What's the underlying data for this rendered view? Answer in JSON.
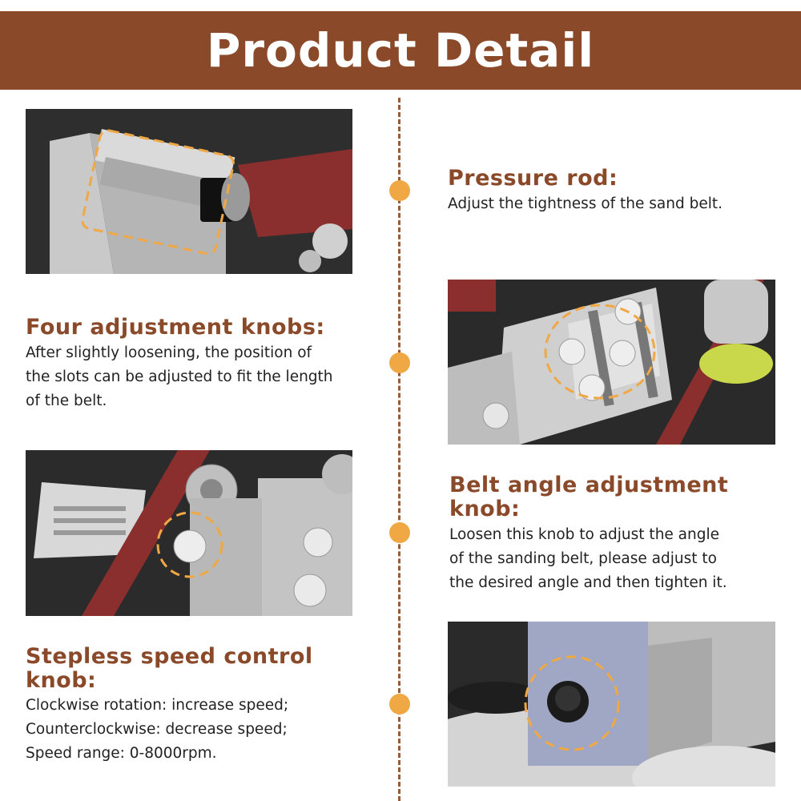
{
  "header": {
    "title": "Product Detail"
  },
  "colors": {
    "banner": "#8a4a2a",
    "accent": "#f0a844",
    "heading": "#8a4a2a",
    "photo_bg": "#2c2c2c"
  },
  "sections": [
    {
      "heading": "Pressure rod:",
      "lines": [
        "Adjust the tightness of the sand belt."
      ],
      "photo": "pressure-rod-photo"
    },
    {
      "heading": "Four adjustment knobs:",
      "lines": [
        "After slightly loosening, the position of",
        "the slots can be adjusted to fit the length",
        "of the belt."
      ],
      "photo": "four-knobs-photo"
    },
    {
      "heading_lines": [
        "Belt angle adjustment",
        "knob:"
      ],
      "lines": [
        "Loosen this knob to adjust the angle",
        "of the sanding belt, please adjust to",
        "the desired angle and then tighten it."
      ],
      "photo": "belt-angle-knob-photo"
    },
    {
      "heading_lines": [
        "Stepless speed control",
        "knob:"
      ],
      "lines": [
        "Clockwise rotation: increase speed;",
        "Counterclockwise: decrease speed;",
        "Speed range: 0-8000rpm."
      ],
      "photo": "speed-knob-photo"
    }
  ]
}
